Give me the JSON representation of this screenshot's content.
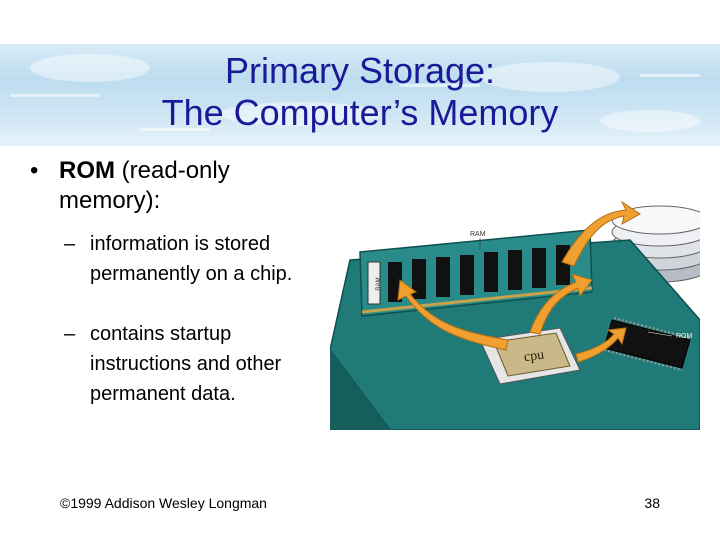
{
  "slide": {
    "title_line1": "Primary Storage:",
    "title_line2": "The Computer’s Memory",
    "bullet": {
      "marker": "•",
      "term": "ROM",
      "rest": " (read-only memory):"
    },
    "sub_bullets": [
      {
        "marker": "–",
        "text": "information is stored permanently on a chip."
      },
      {
        "marker": "–",
        "text": "contains startup instructions and other permanent data."
      }
    ],
    "footer_left": "©1999 Addison Wesley Longman",
    "footer_right": "38"
  },
  "illustration": {
    "labels": {
      "ram": "RAM",
      "rom": "ROM",
      "cpu": "cpu",
      "module_text": "RAM"
    }
  },
  "colors": {
    "title": "#1a1a99",
    "board": "#1f7a78",
    "chip": "#111111",
    "arrow": "#f0a030",
    "cpu": "#c8b88a"
  }
}
